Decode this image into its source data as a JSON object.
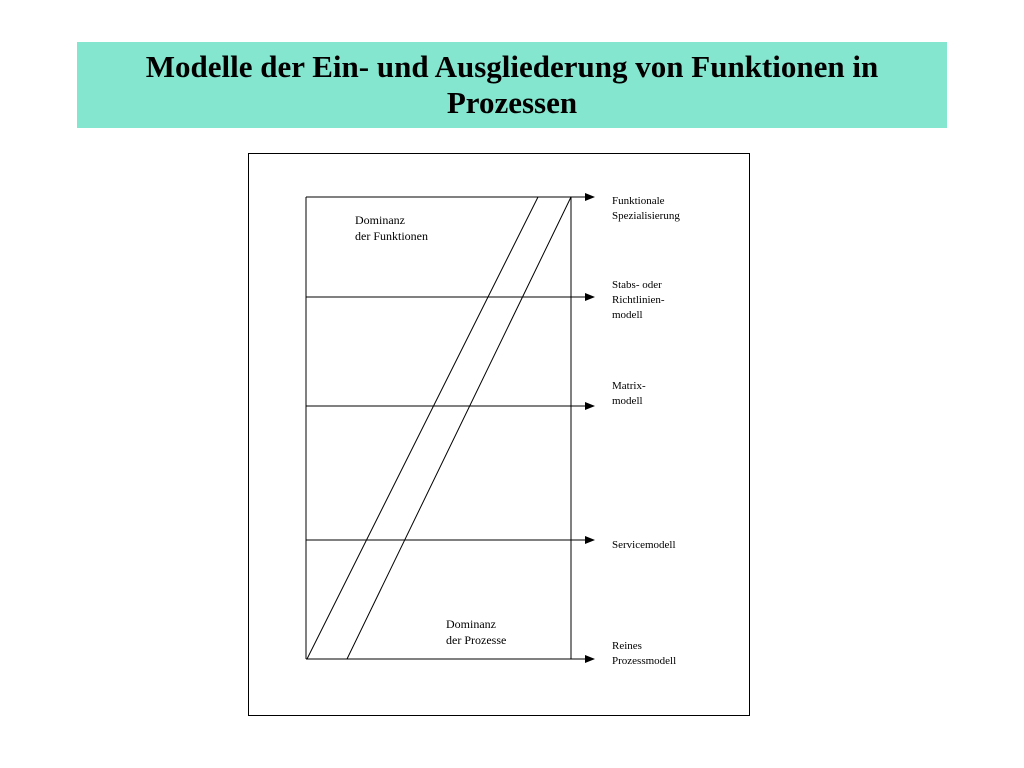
{
  "title": "Modelle der Ein- und Ausgliederung von Funktionen in Prozessen",
  "diagram": {
    "area_top_label": "Dominanz\nder Funktionen",
    "area_bottom_label": "Dominanz\nder Prozesse",
    "models": [
      {
        "label": "Funktionale\nSpezialisierung"
      },
      {
        "label": "Stabs- oder\nRichtlinien-\nmodell"
      },
      {
        "label": "Matrix-\nmodell"
      },
      {
        "label": "Servicemodell"
      },
      {
        "label": "Reines\nProzessmodell"
      }
    ],
    "colors": {
      "title_background": "#85e6cf",
      "lines": "#000000"
    }
  }
}
